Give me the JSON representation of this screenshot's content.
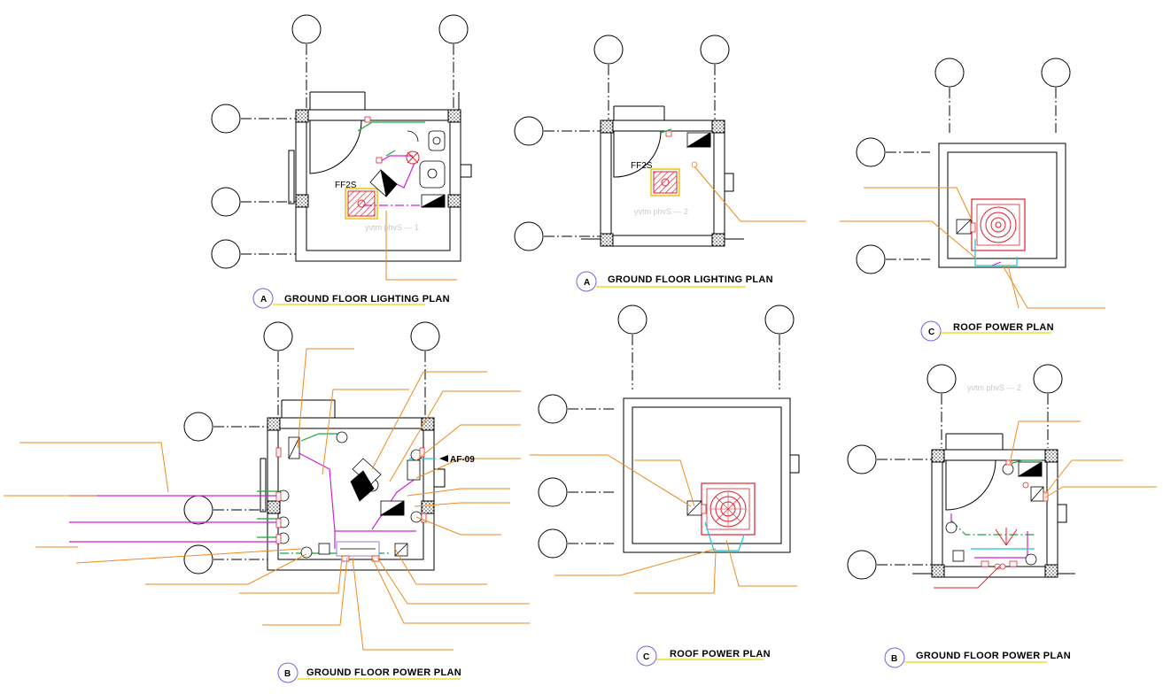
{
  "colors": {
    "wall": "#000000",
    "leader": "#f08a1c",
    "circuit_magenta": "#d21fd2",
    "circuit_cyan": "#18c6d8",
    "circuit_green": "#18a83c",
    "device_red": "#e0202c",
    "title_underline": "#e8d800",
    "tag_circle": "#7a5fd8",
    "faint_text": "#c8c8c8"
  },
  "drawings": [
    {
      "tag": "A",
      "title": "GROUND FLOOR LIGHTING PLAN",
      "label": "FF2S",
      "faint_label": "yvtm phvS  —  1"
    },
    {
      "tag": "A",
      "title": "GROUND FLOOR LIGHTING PLAN",
      "label": "FF2S",
      "faint_label": "yvtm phvS  —  2"
    },
    {
      "tag": "C",
      "title": "ROOF POWER PLAN"
    },
    {
      "tag": "B",
      "title": "GROUND FLOOR POWER PLAN",
      "label": "AF-09"
    },
    {
      "tag": "C",
      "title": "ROOF POWER PLAN"
    },
    {
      "tag": "B",
      "title": "GROUND FLOOR POWER PLAN",
      "faint_label": "yvtm phvS  —  2"
    }
  ],
  "icons": {
    "grid_bubble": "grid-bubble-icon",
    "light_fixture": "light-fixture-icon",
    "exhaust_fan": "exhaust-fan-icon",
    "socket": "socket-outlet-icon",
    "distribution_board": "distribution-board-icon"
  }
}
